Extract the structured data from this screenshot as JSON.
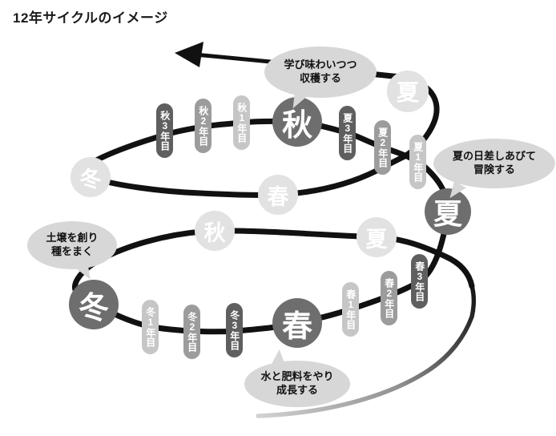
{
  "title": "12年サイクルのイメージ",
  "colors": {
    "line": "#111111",
    "dark_circle": "#6e6e6e",
    "ghost_circle": "#e2e2e2",
    "pill_year1": "#c6c6c6",
    "pill_year2": "#9c9c9c",
    "pill_year3": "#5f5f5f",
    "bubble": "#d7d7d7"
  },
  "callouts": {
    "harvest": {
      "line1": "学び味わいつつ",
      "line2": "収穫する"
    },
    "adventure": {
      "line1": "夏の日差しあびて",
      "line2": "冒険する"
    },
    "sow": {
      "line1": "土壌を創り",
      "line2": "種をまく"
    },
    "grow": {
      "line1": "水と肥料をやり",
      "line2": "成長する"
    }
  },
  "circles": {
    "ghost_summer_top": "夏",
    "autumn": "秋",
    "ghost_winter": "冬",
    "ghost_spring": "春",
    "summer": "夏",
    "ghost_autumn": "秋",
    "ghost_summer_lower": "夏",
    "winter": "冬",
    "spring": "春"
  },
  "year_pills": {
    "autumn3": "秋3年目",
    "autumn2": "秋2年目",
    "autumn1": "秋1年目",
    "summer3": "夏3年目",
    "summer2": "夏2年目",
    "summer1": "夏1年目",
    "winter1": "冬1年目",
    "winter2": "冬2年目",
    "winter3": "冬3年目",
    "spring1": "春1年目",
    "spring2": "春2年目",
    "spring3": "春3年目"
  }
}
